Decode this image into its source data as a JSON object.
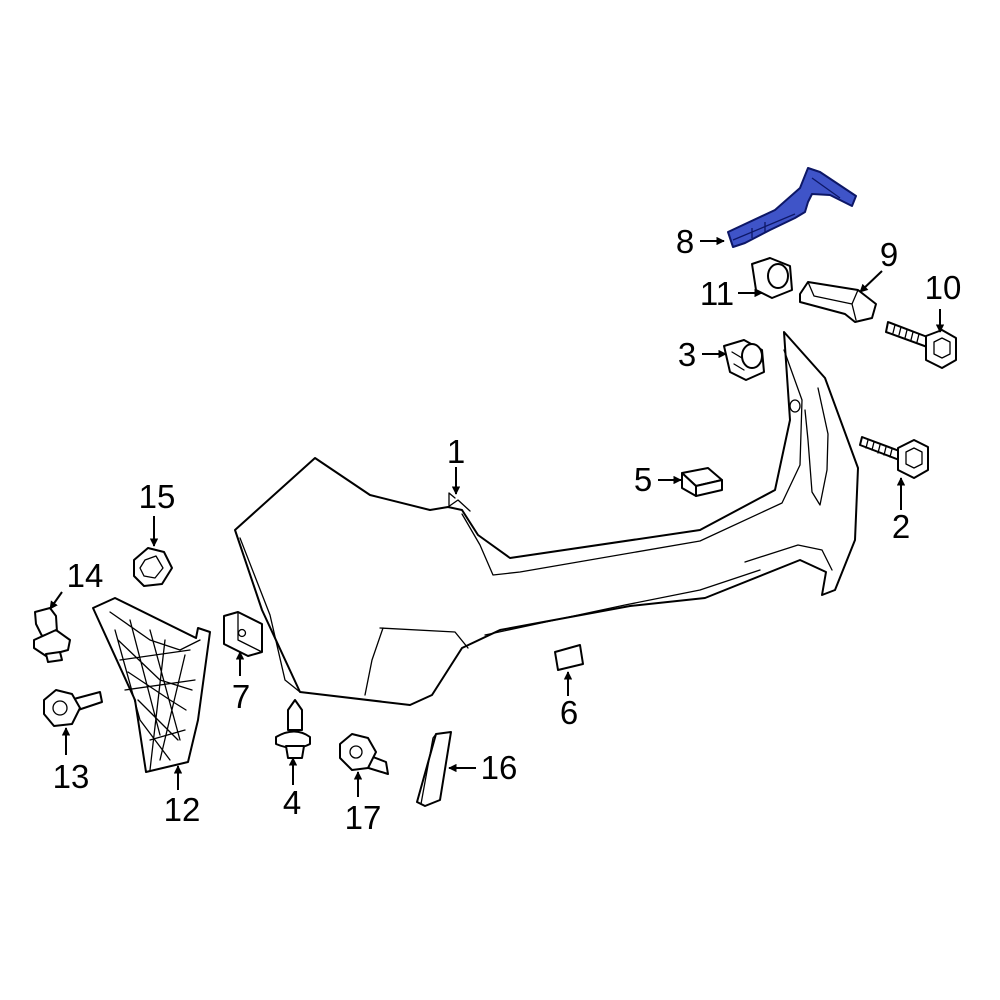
{
  "diagram": {
    "highlight_color": "#3f54c8",
    "outline_color": "#000000",
    "background_color": "#ffffff",
    "highlighted_part": "8",
    "callouts": {
      "c1": "1",
      "c2": "2",
      "c3": "3",
      "c4": "4",
      "c5": "5",
      "c6": "6",
      "c7": "7",
      "c8": "8",
      "c9": "9",
      "c10": "10",
      "c11": "11",
      "c12": "12",
      "c13": "13",
      "c14": "14",
      "c15": "15",
      "c16": "16",
      "c17": "17"
    }
  }
}
